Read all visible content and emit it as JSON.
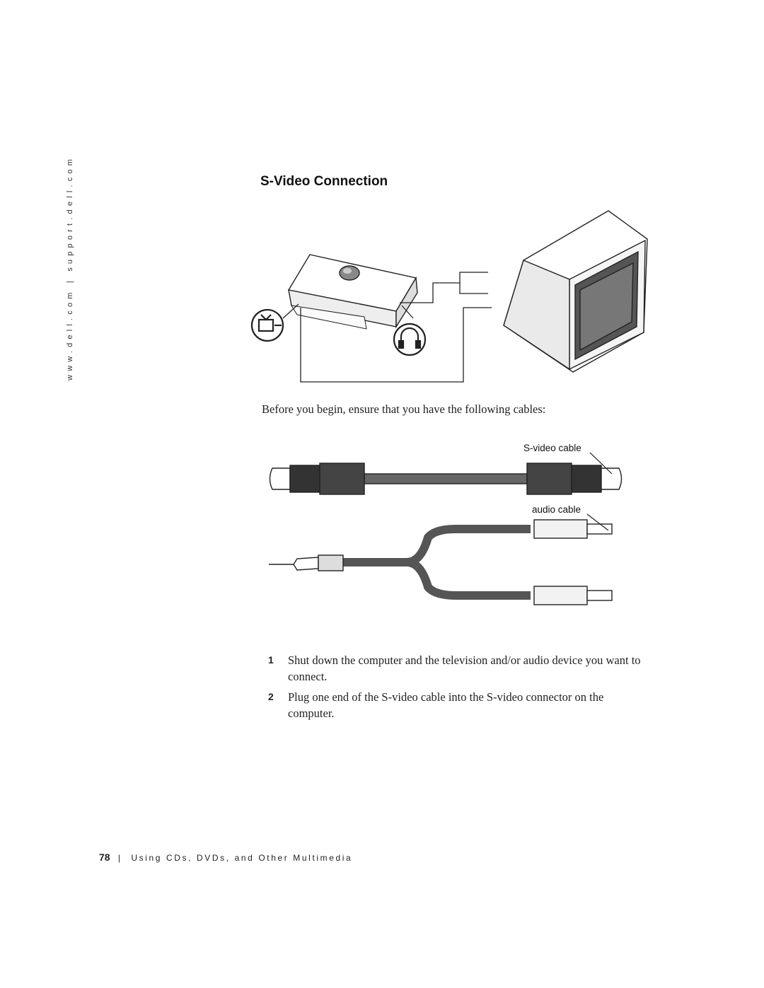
{
  "side_url": "www.dell.com | support.dell.com",
  "heading": "S-Video Connection",
  "intro": "Before you begin, ensure that you have the following cables:",
  "labels": {
    "svideo_cable": "S-video cable",
    "audio_cable": "audio cable"
  },
  "steps": [
    {
      "num": "1",
      "text": "Shut down the computer and the television and/or audio device you want to connect."
    },
    {
      "num": "2",
      "text": "Plug one end of the S-video cable into the S-video connector on the computer."
    }
  ],
  "footer": {
    "page_number": "78",
    "separator": "|",
    "chapter": "Using CDs, DVDs, and Other Multimedia"
  },
  "icons": [
    "tv-out-icon",
    "headphones-icon"
  ]
}
